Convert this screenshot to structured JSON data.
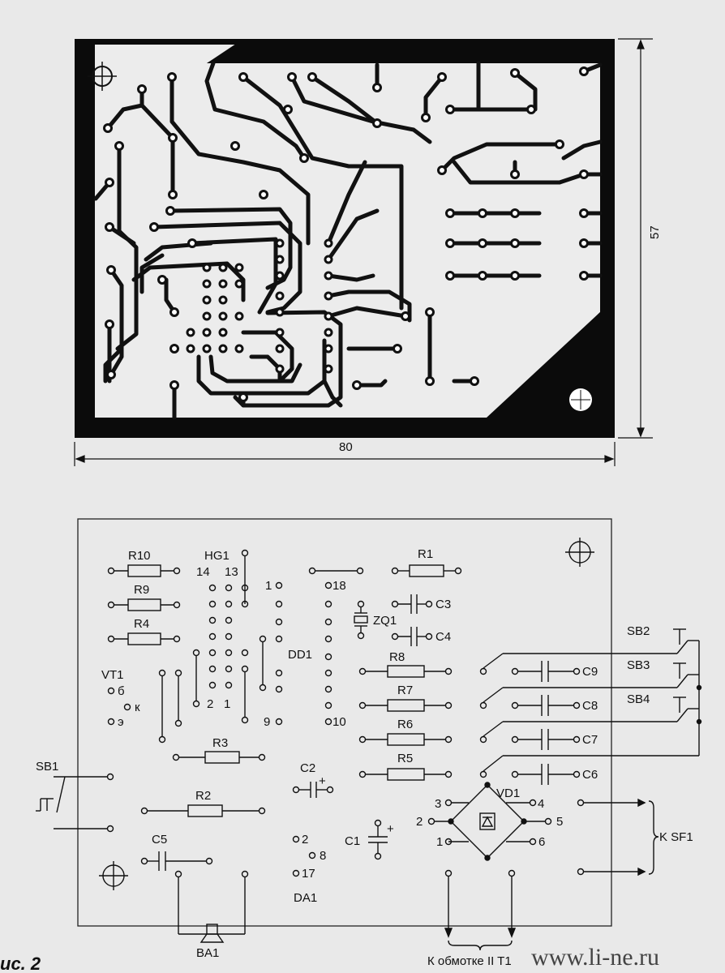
{
  "pcb": {
    "width_label": "80",
    "height_label": "57"
  },
  "components": {
    "r10": "R10",
    "r9": "R9",
    "r4": "R4",
    "r3": "R3",
    "r2": "R2",
    "r1": "R1",
    "r8": "R8",
    "r7": "R7",
    "r6": "R6",
    "r5": "R5",
    "hg1": "HG1",
    "hg_pin14": "14",
    "hg_pin13": "13",
    "hg_pin2": "2",
    "hg_pin1": "1",
    "dd1": "DD1",
    "dd_pin1": "1",
    "dd_pin18": "18",
    "dd_pin9": "9",
    "dd_pin10": "10",
    "zq1": "ZQ1",
    "c3": "C3",
    "c4": "C4",
    "vt1": "VT1",
    "vt_b": "б",
    "vt_k": "к",
    "vt_e": "э",
    "c9": "C9",
    "c8": "C8",
    "c7": "C7",
    "c6": "C6",
    "sb1": "SB1",
    "sb2": "SB2",
    "sb3": "SB3",
    "sb4": "SB4",
    "c2": "C2",
    "c1": "C1",
    "c5": "C5",
    "plus": "+",
    "vd1": "VD1",
    "vd_pin3": "3",
    "vd_pin4": "4",
    "vd_pin2": "2",
    "vd_pin5": "5",
    "vd_pin1": "1",
    "vd_pin6": "6",
    "ksf1": "K SF1",
    "da1": "DA1",
    "da_pin2": "2",
    "da_pin8": "8",
    "da_pin17": "17",
    "ba1": "BA1",
    "winding": "К обмотке II T1"
  },
  "footer": {
    "caption": "ис. 2",
    "watermark": "www.li-ne.ru"
  }
}
